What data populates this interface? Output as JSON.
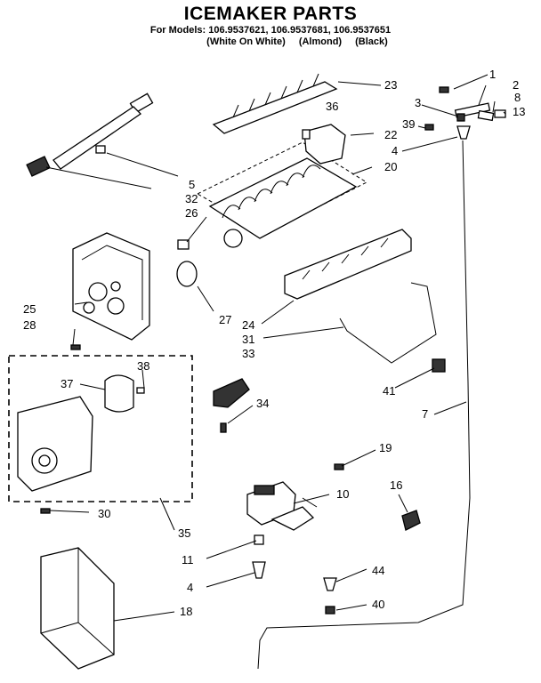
{
  "title": "ICEMAKER PARTS",
  "models": {
    "line1": "For Models: 106.9537621, 106.9537681, 106.9537651",
    "colors": [
      "(White On White)",
      "(Almond)",
      "(Black)"
    ]
  },
  "callouts": {
    "c1": "1",
    "c2": "2",
    "c3": "3",
    "c8": "8",
    "c13": "13",
    "c23": "23",
    "c36": "36",
    "c39": "39",
    "c22": "22",
    "c4a": "4",
    "c20": "20",
    "c5": "5",
    "c32": "32",
    "c26": "26",
    "c25": "25",
    "c28": "28",
    "c27": "27",
    "c24": "24",
    "c31": "31",
    "c33": "33",
    "c38": "38",
    "c37": "37",
    "c41": "41",
    "c34": "34",
    "c7": "7",
    "c19": "19",
    "c10": "10",
    "c16": "16",
    "c30": "30",
    "c35": "35",
    "c11": "11",
    "c44": "44",
    "c4b": "4",
    "c40": "40",
    "c18": "18"
  }
}
